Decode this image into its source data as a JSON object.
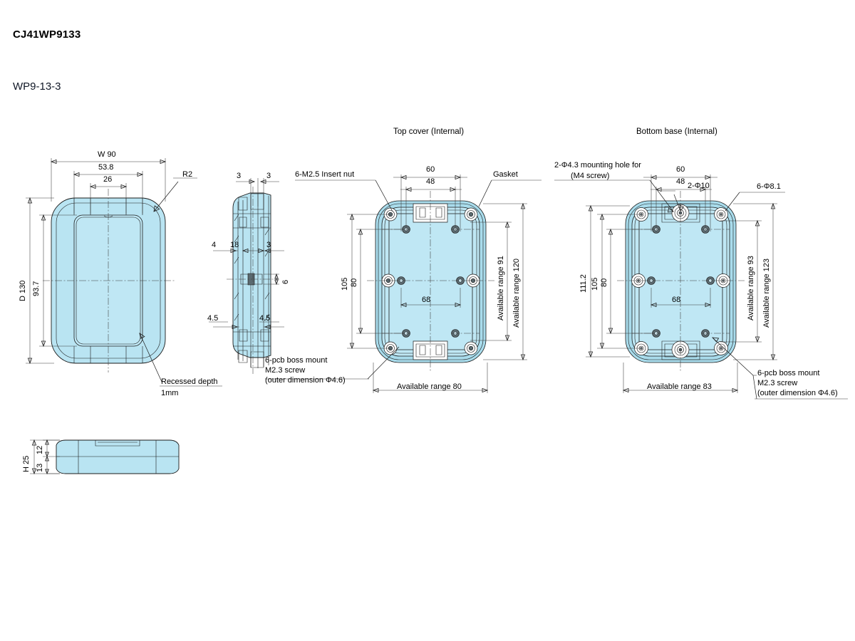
{
  "header": {
    "part_code": "CJ41WP9133",
    "model": "WP9-13-3"
  },
  "views": {
    "top_cover_title": "Top cover (Internal)",
    "bottom_base_title": "Bottom base (Internal)"
  },
  "front_view": {
    "dims": {
      "width_overall": "W 90",
      "width_mid": "53.8",
      "width_inner": "26",
      "radius": "R2",
      "depth_overall": "D 130",
      "depth_inner": "93.7"
    },
    "notes": {
      "recessed_line1": "Recessed depth",
      "recessed_line2": "1mm"
    }
  },
  "section_view": {
    "dims": {
      "top_left": "3",
      "top_right": "3",
      "mid_left_outer": "4",
      "mid_left_inner": "18",
      "mid_right": "3",
      "center_gap": "6",
      "low_left": "4.5",
      "low_right": "4.5"
    }
  },
  "elevation_view": {
    "dims": {
      "height_overall": "H 25",
      "upper": "12",
      "lower": "13"
    }
  },
  "top_cover": {
    "callouts": {
      "insert_nut": "6-M2.5 Insert nut",
      "gasket": "Gasket",
      "boss_line1": "6-pcb boss mount",
      "boss_line2": "M2.3 screw",
      "boss_line3": "(outer dimension Φ4.6)"
    },
    "dims": {
      "top_outer": "60",
      "top_inner": "48",
      "left_outer": "105",
      "left_inner": "80",
      "center_h": "68",
      "right_inner": "Available range 91",
      "right_outer": "Available range 120",
      "bottom": "Available range 80"
    }
  },
  "bottom_base": {
    "callouts": {
      "mounting_hole_line1": "2-Φ4.3 mounting hole for",
      "mounting_hole_line2": "(M4 screw)",
      "hole_phi10": "2-Φ10",
      "hole_phi81": "6-Φ8.1",
      "boss_line1": "6-pcb boss mount",
      "boss_line2": "M2.3 screw",
      "boss_line3": "(outer dimension Φ4.6)"
    },
    "dims": {
      "top_outer": "60",
      "top_inner": "48",
      "left_outermost": "111.2",
      "left_outer": "105",
      "left_inner": "80",
      "center_h": "68",
      "right_inner": "Available range 93",
      "right_outer": "Available range 123",
      "bottom": "Available range 83"
    }
  },
  "colors": {
    "body_fill": "#b9e4f2",
    "outline": "#1b1b1b",
    "text": "#000000"
  }
}
